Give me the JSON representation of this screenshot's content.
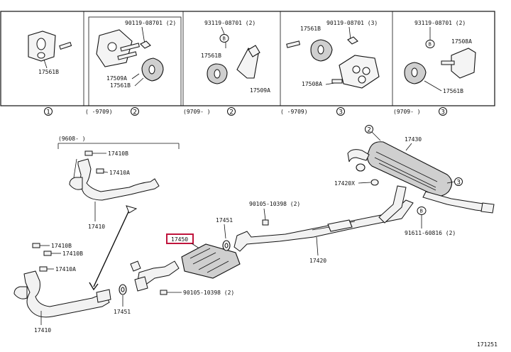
{
  "top_panel": {
    "p1": {
      "label_a": "17561B",
      "circ": "1"
    },
    "p2": {
      "label_a": "90119-08701 (2)",
      "label_b": "17509A",
      "label_c": "17561B",
      "range": "(    -9709)",
      "circ": "2"
    },
    "p3": {
      "label_a": "93119-08701 (2)",
      "label_b": "17561B",
      "label_c": "17509A",
      "badge": "B",
      "range": "(9709-      )",
      "circ": "2"
    },
    "p4": {
      "label_a": "17561B",
      "label_b": "90119-08701 (3)",
      "label_c": "17508A",
      "range": "(    -9709)",
      "circ": "3"
    },
    "p5": {
      "label_a": "93119-08701 (2)",
      "label_b": "17508A",
      "label_c": "17561B",
      "badge": "B",
      "range": "(9709-      )",
      "circ": "3"
    }
  },
  "lower": {
    "range_9608": "(9608-      )",
    "l_17410B_a": "17410B",
    "l_17410A_a": "17410A",
    "l_17410_a": "17410",
    "l_17410B_b": "17410B",
    "l_17410B_c": "17410B",
    "l_17410A_b": "17410A",
    "l_17410_b": "17410",
    "l_17451_a": "17451",
    "l_17450": "17450",
    "l_90105_a": "90105-10398 (2)",
    "l_17451_b": "17451",
    "l_90105_b": "90105-10398 (2)",
    "l_17420": "17420",
    "l_17430": "17430",
    "l_17420X": "17420X",
    "l_91611": "91611-60816 (2)",
    "badge_b": "B",
    "circ_2": "2",
    "circ_3": "3",
    "ref": "171251"
  }
}
